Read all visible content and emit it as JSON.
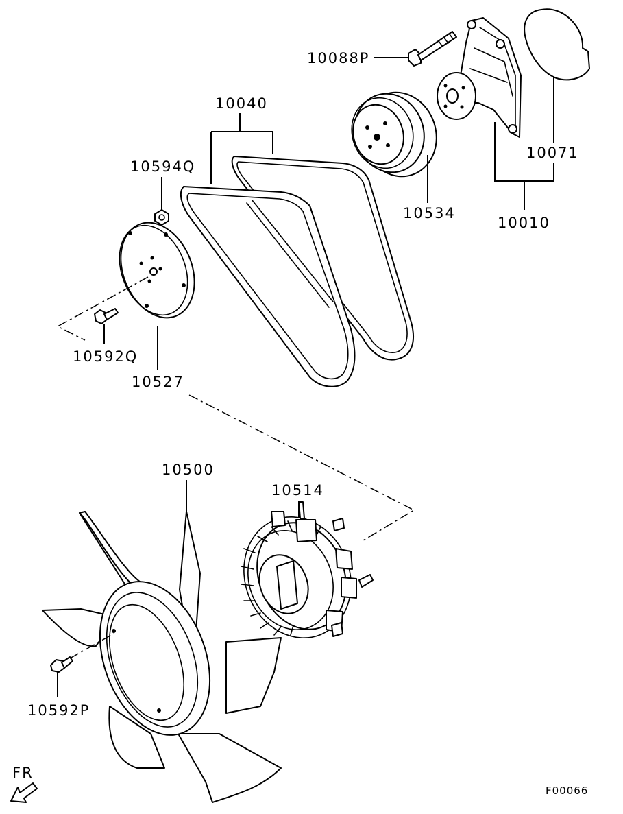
{
  "figure_code": "F00066",
  "direction_label": "FR",
  "parts": {
    "p10088P": "10088P",
    "p10040": "10040",
    "p10594Q": "10594Q",
    "p10534": "10534",
    "p10071": "10071",
    "p10010": "10010",
    "p10592Q": "10592Q",
    "p10527": "10527",
    "p10500": "10500",
    "p10514": "10514",
    "p10592P": "10592P"
  }
}
